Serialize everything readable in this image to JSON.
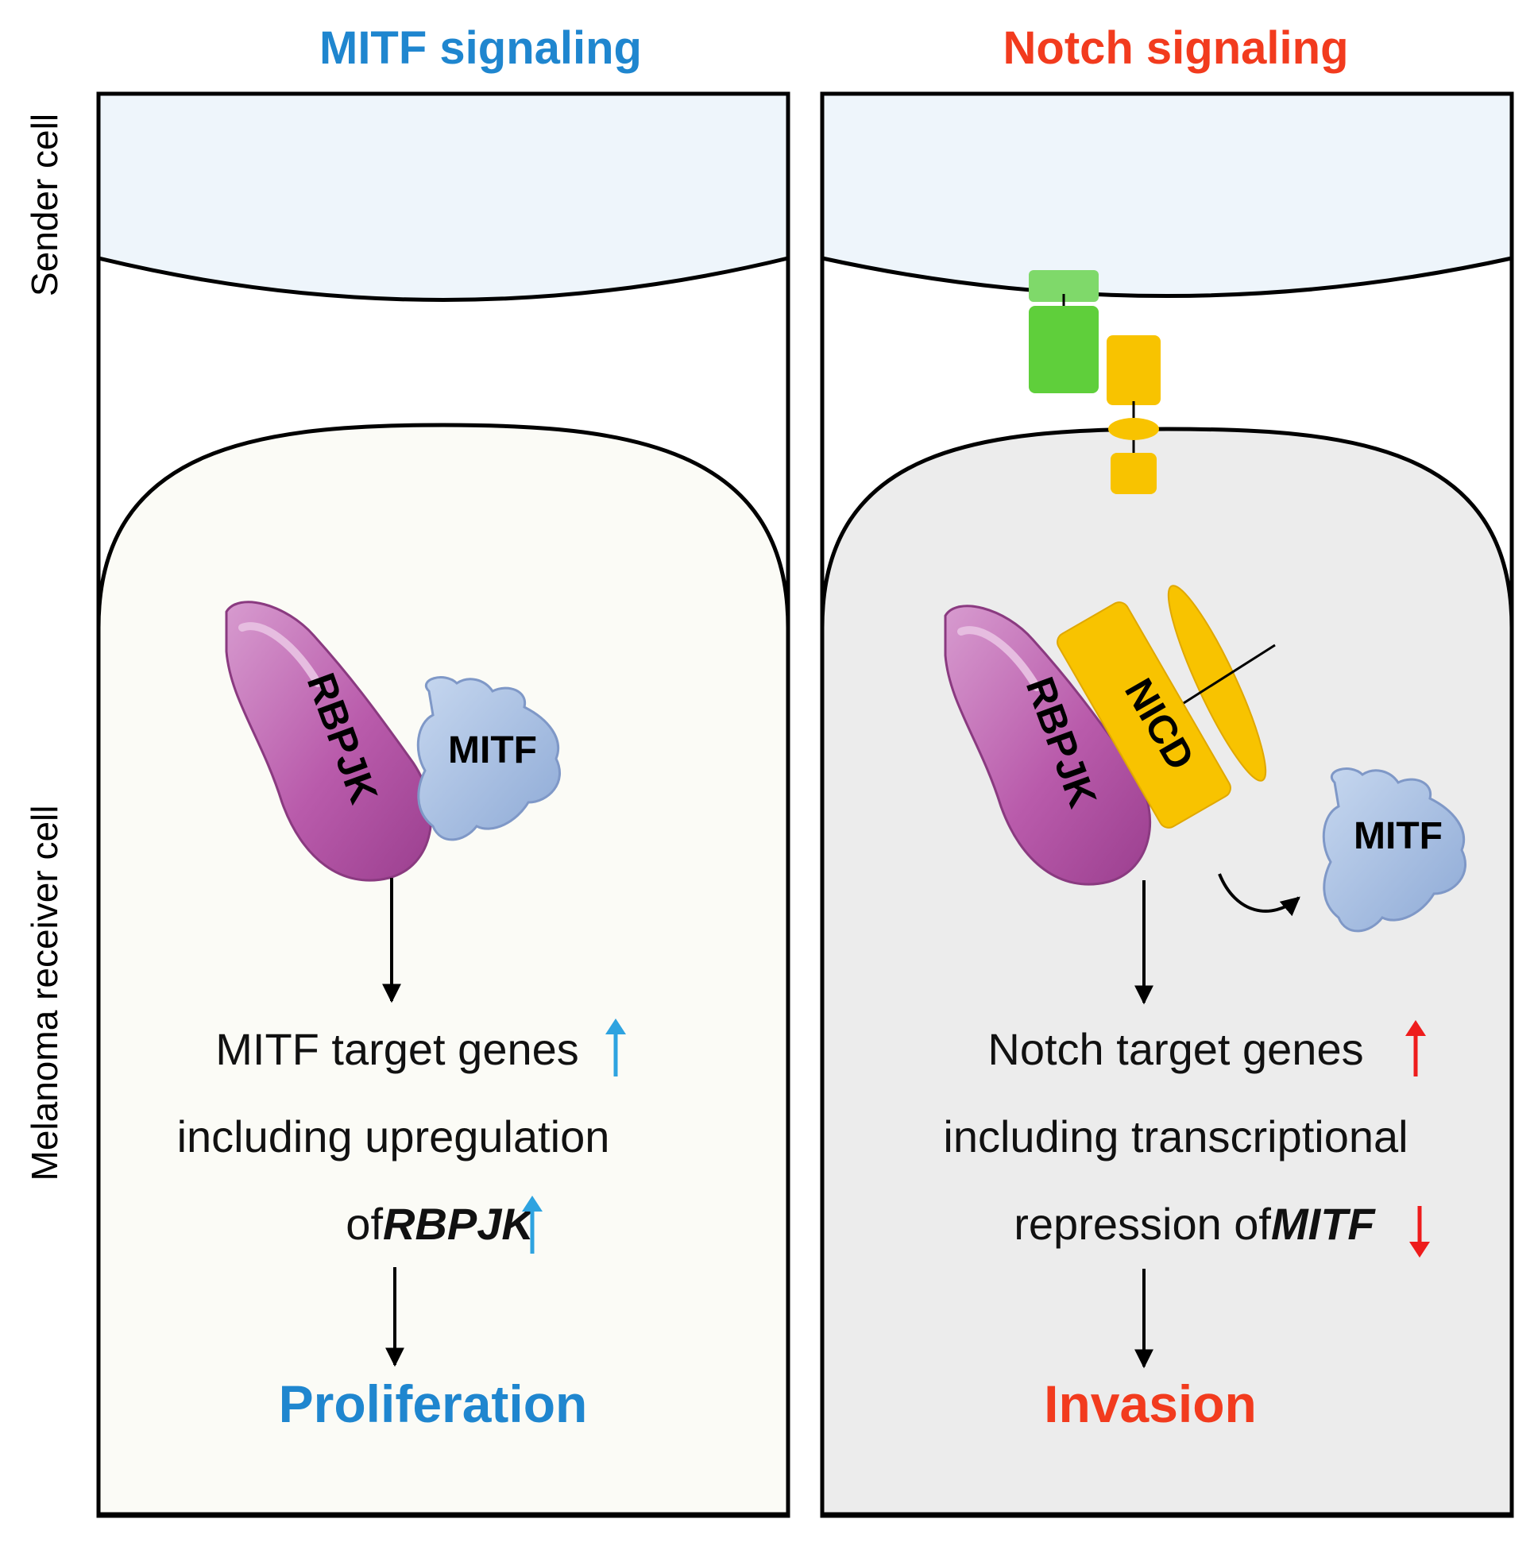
{
  "titles": {
    "left": "MITF signaling",
    "right": "Notch signaling"
  },
  "side_labels": {
    "sender": "Sender cell",
    "receiver": "Melanoma receiver cell"
  },
  "proteins": {
    "rbpjk": "RBPJK",
    "mitf": "MITF",
    "nicd": "NICD"
  },
  "left_panel": {
    "line1": "MITF target genes",
    "line2": "including  upregulation",
    "line3_prefix": "of ",
    "line3_gene": "RBPJK",
    "outcome": "Proliferation",
    "arrow": "up"
  },
  "right_panel": {
    "line1": "Notch target genes",
    "line2": "including  transcriptional",
    "line3_prefix": "repression of ",
    "line3_gene": "MITF",
    "outcome": "Invasion",
    "arrow1": "up",
    "arrow2": "down"
  },
  "colors": {
    "blue": "#1f86cf",
    "red": "#f23b1e",
    "arrow_blue": "#2ea3e0",
    "arrow_red": "#ee1c1c",
    "purple": "#b95bab",
    "mitf_blue": "#a9c3e6",
    "yellow": "#f8c300",
    "green": "#5fcf3b",
    "sender_fill": "#eef5fb",
    "left_cell_fill": "#fbfbf6",
    "right_cell_fill": "#ececec"
  }
}
